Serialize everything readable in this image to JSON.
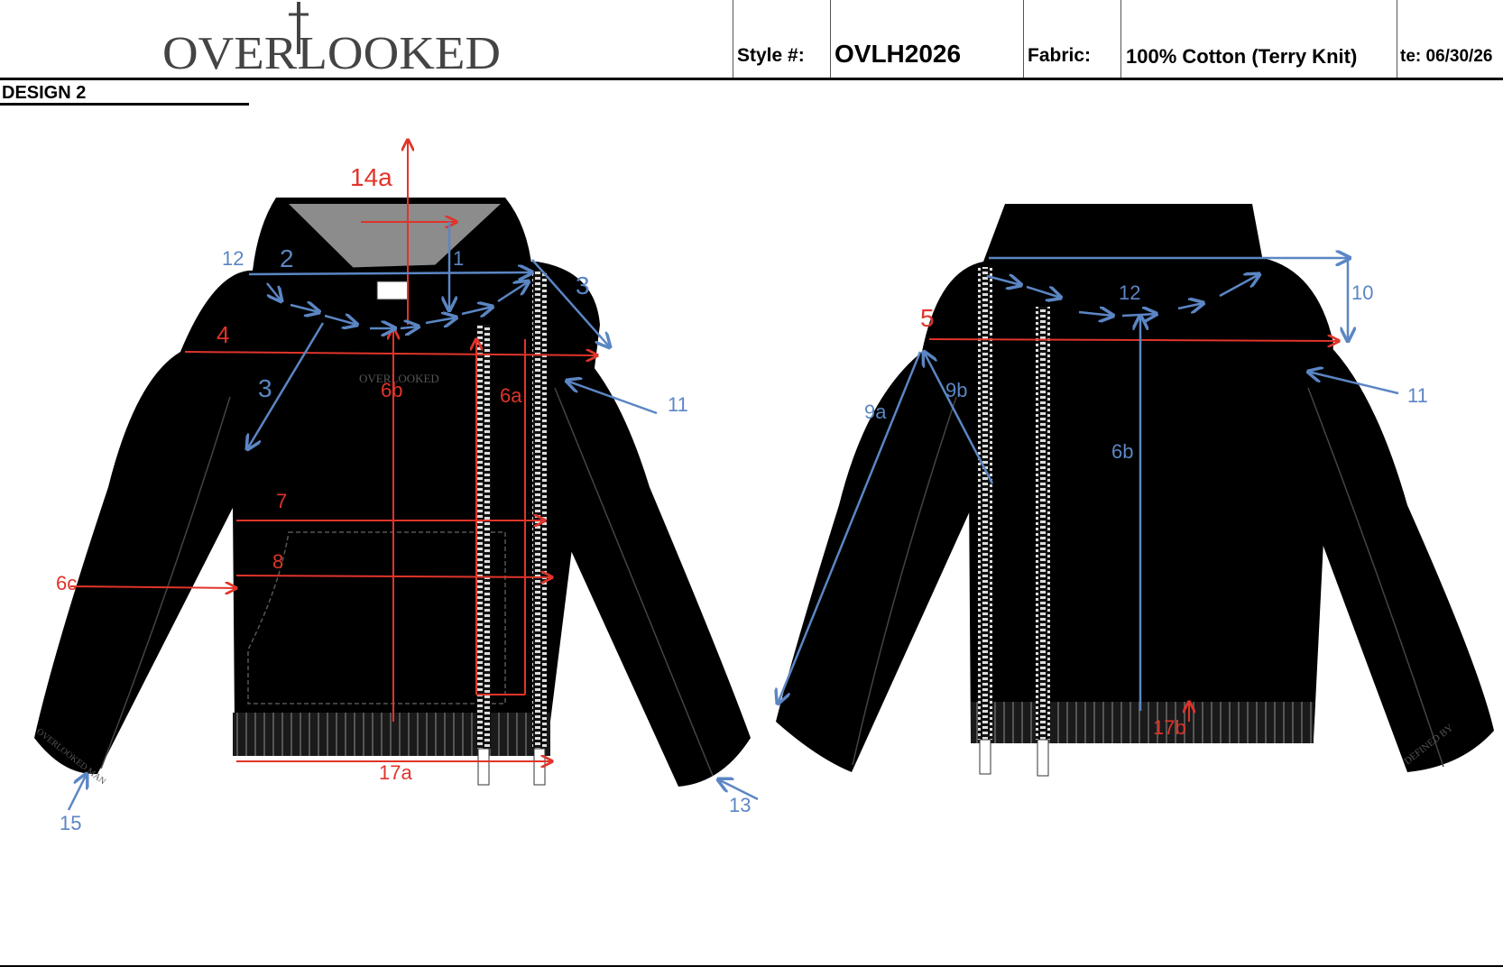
{
  "header": {
    "logo_text": "OVERLOOKED",
    "style_label": "Style #:",
    "style_value": "OVLH2026",
    "fabric_label": "Fabric:",
    "fabric_value": "100% Cotton (Terry Knit)",
    "date_text": "te: 06/30/26"
  },
  "section_title": "DESIGN 2",
  "colors": {
    "red": "#e0342a",
    "blue": "#5b86c4",
    "garment": "#000000"
  },
  "front_view": {
    "labels_red": [
      "14a",
      "4",
      "6b",
      "6a",
      "7",
      "8",
      "6c",
      "17a"
    ],
    "labels_blue": [
      "12",
      "2",
      "1",
      "3",
      "3",
      "11",
      "13",
      "15"
    ],
    "chest_print_text": "OVERLOOKED",
    "cuff_print_text": "OVERLOOKED MAN"
  },
  "back_view": {
    "labels_red": [
      "5",
      "17b"
    ],
    "labels_blue": [
      "12",
      "10",
      "11",
      "9a",
      "9b",
      "6b"
    ],
    "cuff_print_text": "DEFINED BY"
  }
}
